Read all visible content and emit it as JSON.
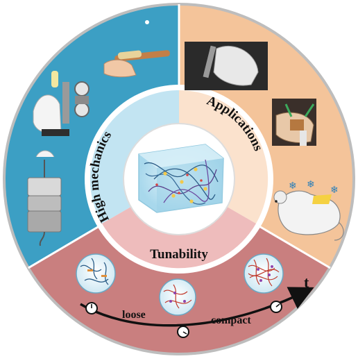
{
  "center": {
    "image": "hydrogel-network-block"
  },
  "segments": {
    "mechanics": {
      "label": "High mechanics",
      "color": "#3c9fc4",
      "inner_color": "#c2e4f2",
      "icons": [
        "hand-stretching-hydrogel-icon",
        "pressure-gauge-icon",
        "spring-scale-weight-icon"
      ]
    },
    "applications": {
      "label": "Applications",
      "color": "#f4c49a",
      "inner_color": "#fbe2cd",
      "icons": [
        "hand-holding-hydrogel-photo",
        "wound-adhesion-photo",
        "mouse-with-hydrogel-icon",
        "snowflake-icon"
      ]
    },
    "tunability": {
      "label": "Tunability",
      "color": "#c97f7f",
      "inner_color": "#eebcbc",
      "icons": [
        "loose-network-icon",
        "intermediate-network-icon",
        "compact-network-icon",
        "clock-icon"
      ]
    }
  },
  "timeline": {
    "left_label": "loose",
    "right_label": "compact",
    "axis_label": "t"
  }
}
